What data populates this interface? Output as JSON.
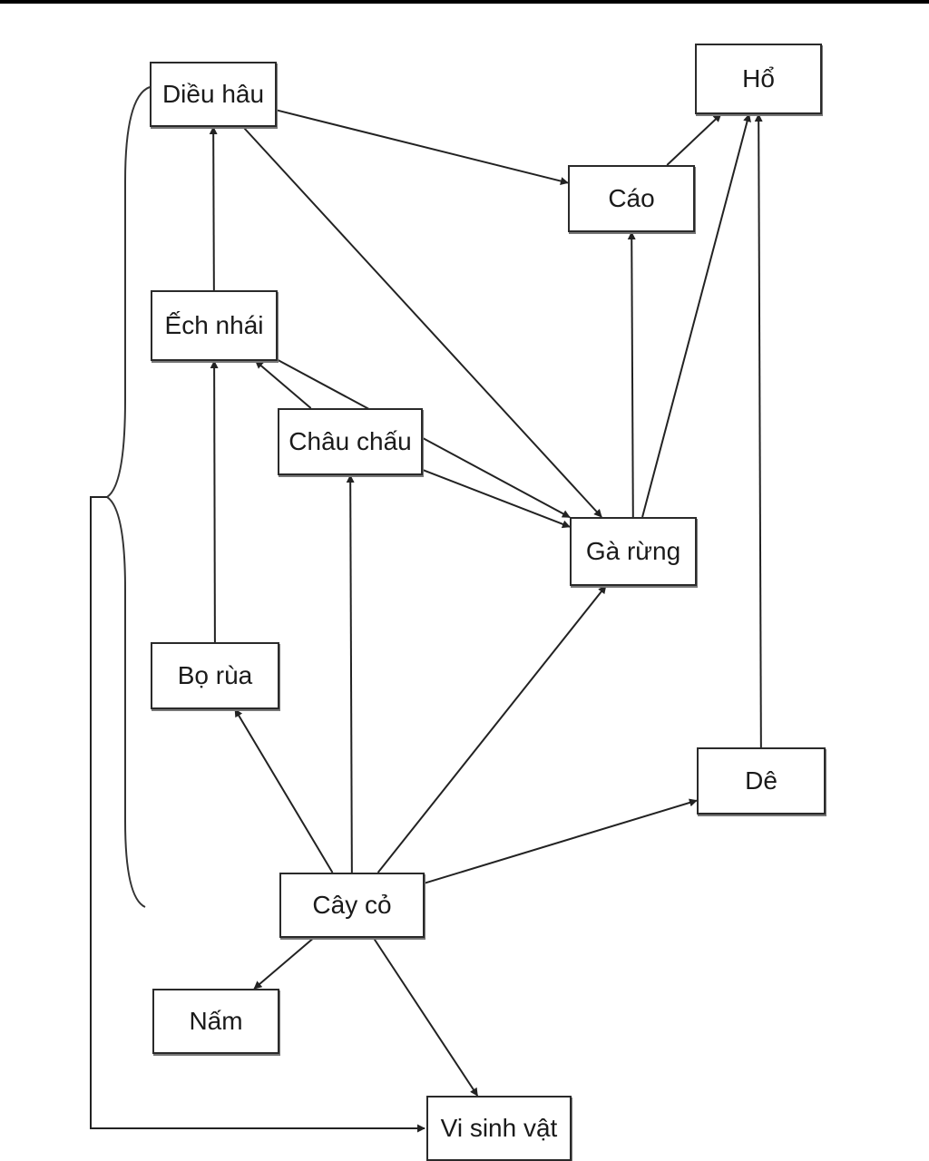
{
  "nodes": {
    "dieu_hau": "Diều hâu",
    "ho": "Hổ",
    "cao": "Cáo",
    "ech_nhai": "Ếch nhái",
    "chau_chau": "Châu chấu",
    "ga_rung": "Gà rừng",
    "bo_rua": "Bọ rùa",
    "de": "Dê",
    "cay_co": "Cây cỏ",
    "nam": "Nấm",
    "vi_sinh_vat": "Vi sinh vật"
  },
  "edges": [
    [
      "cay_co",
      "bo_rua"
    ],
    [
      "cay_co",
      "chau_chau"
    ],
    [
      "cay_co",
      "ga_rung"
    ],
    [
      "cay_co",
      "de"
    ],
    [
      "cay_co",
      "nam"
    ],
    [
      "cay_co",
      "vi_sinh_vat"
    ],
    [
      "bo_rua",
      "ech_nhai"
    ],
    [
      "chau_chau",
      "ech_nhai"
    ],
    [
      "chau_chau",
      "ga_rung"
    ],
    [
      "ech_nhai",
      "dieu_hau"
    ],
    [
      "ech_nhai",
      "ga_rung"
    ],
    [
      "dieu_hau",
      "cao"
    ],
    [
      "dieu_hau",
      "ga_rung"
    ],
    [
      "ga_rung",
      "cao"
    ],
    [
      "ga_rung",
      "ho"
    ],
    [
      "cao",
      "ho"
    ],
    [
      "de",
      "ho"
    ],
    [
      "group",
      "vi_sinh_vat"
    ]
  ]
}
